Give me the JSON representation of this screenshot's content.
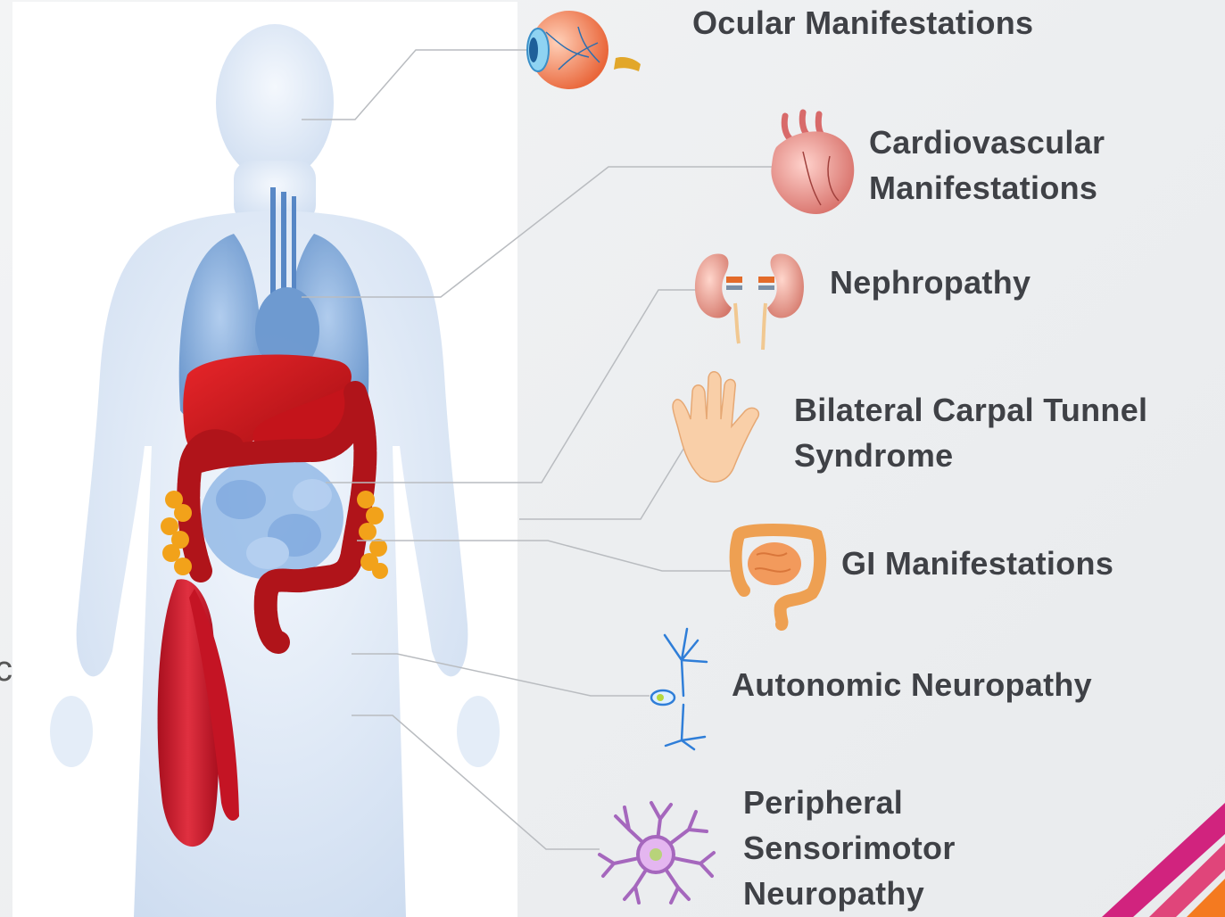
{
  "stray_text": "c",
  "labels": {
    "ocular": "Ocular Manifestations",
    "cardio_1": "Cardiovascular",
    "cardio_2": "Manifestations",
    "nephro": "Nephropathy",
    "carpal_1": "Bilateral Carpal Tunnel",
    "carpal_2": "Syndrome",
    "gi": "GI Manifestations",
    "autonomic": "Autonomic Neuropathy",
    "peripheral_1": "Peripheral",
    "peripheral_2": "Sensorimotor",
    "peripheral_3": "Neuropathy"
  },
  "icons": [
    "eye-icon",
    "heart-icon",
    "kidneys-icon",
    "hand-icon",
    "intestine-icon",
    "neuron-icon",
    "sensory-neuron-icon"
  ],
  "colors": {
    "label_text": "#3f4146",
    "body_silhouette": "#dfe9f7",
    "lungs": "#6f9fd6",
    "liver": "#d0161a",
    "colon": "#b0141a",
    "muscle": "#c8182a",
    "fat": "#f2a21a",
    "connector": "#b9bcc0",
    "accent_magenta": "#d1237e",
    "accent_orange": "#f47a20"
  }
}
